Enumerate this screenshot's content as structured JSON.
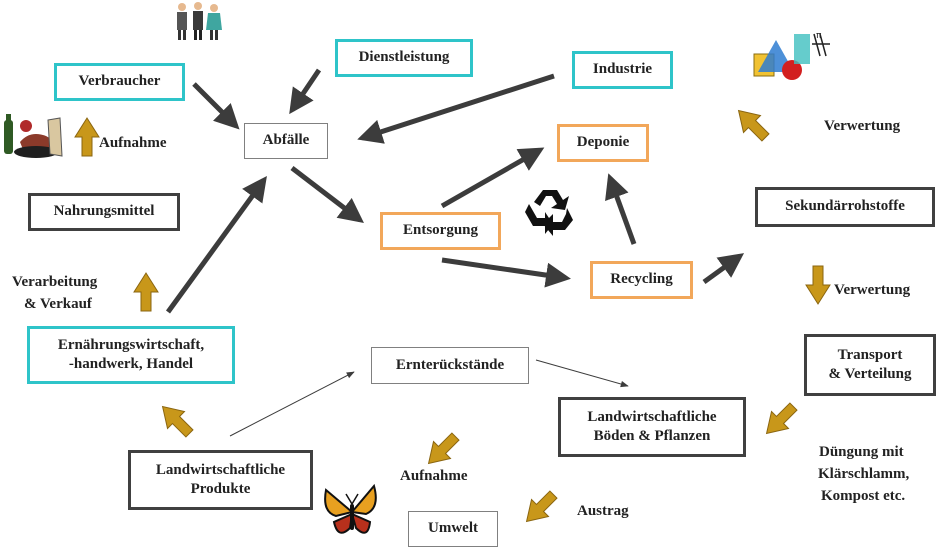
{
  "boxes": {
    "verbraucher": "Verbraucher",
    "dienstleistung": "Dienstleistung",
    "industrie": "Industrie",
    "abfaelle": "Abfälle",
    "deponie": "Deponie",
    "nahrungsmittel": "Nahrungsmittel",
    "entsorgung": "Entsorgung",
    "sekundaerrohstoffe": "Sekundärrohstoffe",
    "recycling": "Recycling",
    "ernaehrungswirtschaft_1": "Ernährungswirtschaft,",
    "ernaehrungswirtschaft_2": "-handwerk, Handel",
    "ernterueckstaende": "Ernterückstände",
    "transport_1": "Transport",
    "transport_2": "& Verteilung",
    "boeden_1": "Landwirtschaftliche",
    "boeden_2": "Böden & Pflanzen",
    "produkte_1": "Landwirtschaftliche",
    "produkte_2": "Produkte",
    "umwelt": "Umwelt"
  },
  "labels": {
    "aufnahme_top": "Aufnahme",
    "verwertung_top": "Verwertung",
    "verarbeitung_1": "Verarbeitung",
    "verarbeitung_2": "& Verkauf",
    "verwertung_right": "Verwertung",
    "duengung_1": "Düngung mit",
    "duengung_2": "Klärschlamm,",
    "duengung_3": "Kompost etc.",
    "aufnahme_bottom": "Aufnahme",
    "austrag": "Austrag"
  },
  "colors": {
    "cyan": "#2ec4c9",
    "orange": "#f2a75a",
    "dark_arrow": "#3c3c3c",
    "gold_arrow": "#c8971a"
  },
  "icons": [
    "business-people-icon",
    "food-wine-icon",
    "geometry-shapes-icon",
    "recycle-icon",
    "butterfly-icon"
  ]
}
